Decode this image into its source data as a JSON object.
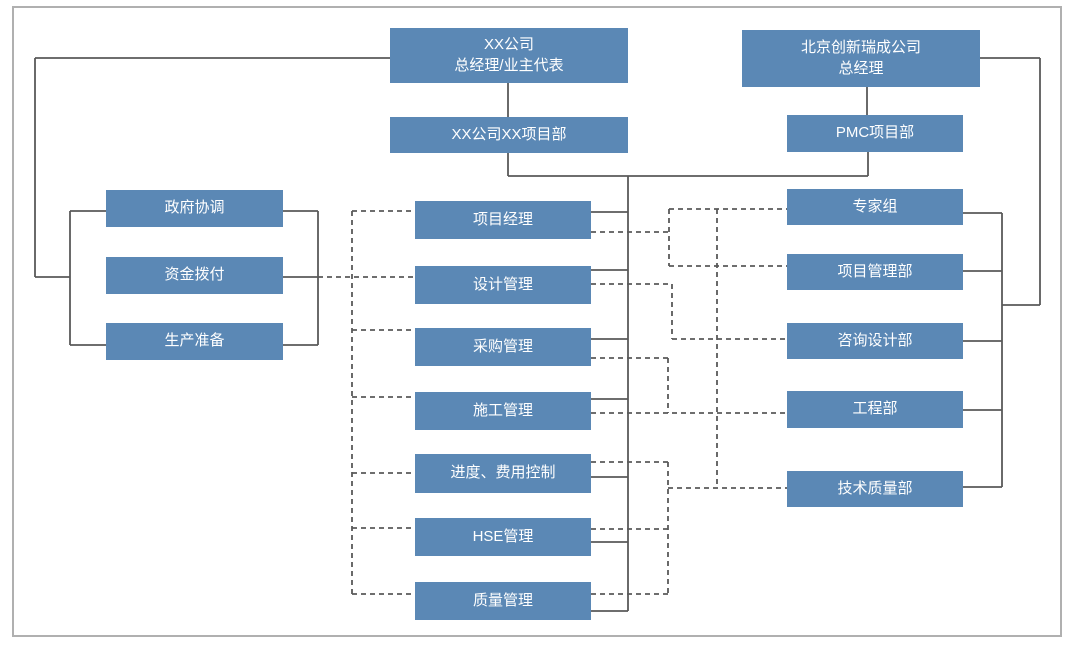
{
  "colors": {
    "box": "#5b88b5",
    "line": "#595959",
    "border": "#b0b0b0",
    "text": "#ffffff",
    "bg": "#ffffff"
  },
  "org_chart": {
    "top_left": {
      "company_gm": {
        "line1": "XX公司",
        "line2": "总经理/业主代表"
      },
      "project_dept": {
        "label": "XX公司XX项目部"
      }
    },
    "top_right": {
      "company_gm": {
        "line1": "北京创新瑞成公司",
        "line2": "总经理"
      },
      "project_dept": {
        "label": "PMC项目部"
      }
    },
    "left_column": {
      "items": [
        {
          "label": "政府协调"
        },
        {
          "label": "资金拨付"
        },
        {
          "label": "生产准备"
        }
      ]
    },
    "middle_column": {
      "items": [
        {
          "label": "项目经理"
        },
        {
          "label": "设计管理"
        },
        {
          "label": "采购管理"
        },
        {
          "label": "施工管理"
        },
        {
          "label": "进度、费用控制"
        },
        {
          "label": "HSE管理"
        },
        {
          "label": "质量管理"
        }
      ]
    },
    "right_column": {
      "items": [
        {
          "label": "专家组"
        },
        {
          "label": "项目管理部"
        },
        {
          "label": "咨询设计部"
        },
        {
          "label": "工程部"
        },
        {
          "label": "技术质量部"
        }
      ]
    }
  }
}
